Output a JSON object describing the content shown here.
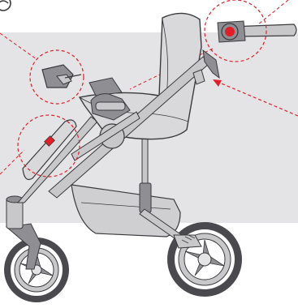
{
  "illustration": {
    "subject": "stroller",
    "colors": {
      "background_band": "#e4e4e6",
      "outline": "#3a3a3c",
      "frame": "#c8c8cb",
      "frame_dark": "#8e8e93",
      "fabric": "#d9d9dc",
      "basket": "#cfcfd2",
      "tire": "#4a4a4e",
      "accent": "#e11f26",
      "callout": "#e11f26"
    },
    "callouts": [
      {
        "name": "handlebar-joint-callout",
        "icon": "circle-dashed"
      },
      {
        "name": "connector-part-callout",
        "icon": "circle-dashed"
      },
      {
        "name": "armrest-button-callout",
        "icon": "circle-dashed"
      }
    ],
    "pointers": [
      {
        "name": "arrow-to-lever",
        "icon": "arrow-dashed"
      }
    ]
  }
}
